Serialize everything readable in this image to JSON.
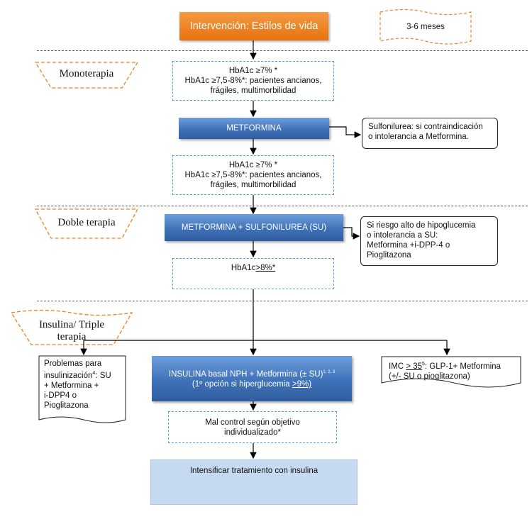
{
  "colors": {
    "orange": "#f07f1f",
    "blue": "#4a7ec4",
    "dashed_blue": "#5b9bd5",
    "pale_blue": "#c5d9f1"
  },
  "header": {
    "title": "Intervención: Estilos de vida",
    "duration": "3-6 meses"
  },
  "monoterapia": {
    "label": "Monoterapia",
    "target_line1": "HbA1c  ≥7% *",
    "target_line2": "HbA1c  ≥7,5-8%*: pacientes ancianos,",
    "target_line3": "frágiles, multimorbilidad",
    "drug": "METFORMINA",
    "alt_line1": "Sulfonilurea: si contraindicación",
    "alt_line2": "o intolerancia a Metformina.",
    "target2_line1": "HbA1c  ≥7% *",
    "target2_line2": "HbA1c  ≥7,5-8%*: pacientes ancianos,",
    "target2_line3": "frágiles, multimorbilidad"
  },
  "doble": {
    "label": "Doble terapia",
    "drug": "METFORMINA + SULFONILUREA (SU)",
    "alt_line1": "Si riesgo alto de hipoglucemia",
    "alt_line2": "o intolerancia a SU:",
    "alt_line3": "Metformina +i-DPP-4 o",
    "alt_line4": "Pioglitazona",
    "target_prefix": "HbA1c",
    "target_value": ">8%*"
  },
  "triple": {
    "label_line1": "Insulina/  Triple",
    "label_line2": "terapia",
    "left_line1": "Problemas para",
    "left_line2_text": "insulinización",
    "left_line2_sup": "4",
    "left_line2_rest": ": SU",
    "left_line3": "+ Metformina +",
    "left_line4": "i-DPP4 o",
    "left_line5": "Pioglitazona",
    "main_line1": "INSULINA basal NPH + Metformina (± SU)",
    "main_line1_sup": "1, 2, 3",
    "main_line2_pre": "(1º opción si hiperglucemia ",
    "main_line2_val": ">9%)",
    "right_line1_pre": "IMC ",
    "right_line1_val": "> 35",
    "right_line1_sup": "5",
    "right_line1_rest": ": GLP-1+ Metformina",
    "right_line2": "(+/- SU o pioglitazona)",
    "control_line1": "Mal control según objetivo",
    "control_line2": "individualizado*",
    "final": "Intensificar tratamiento con insulina"
  }
}
